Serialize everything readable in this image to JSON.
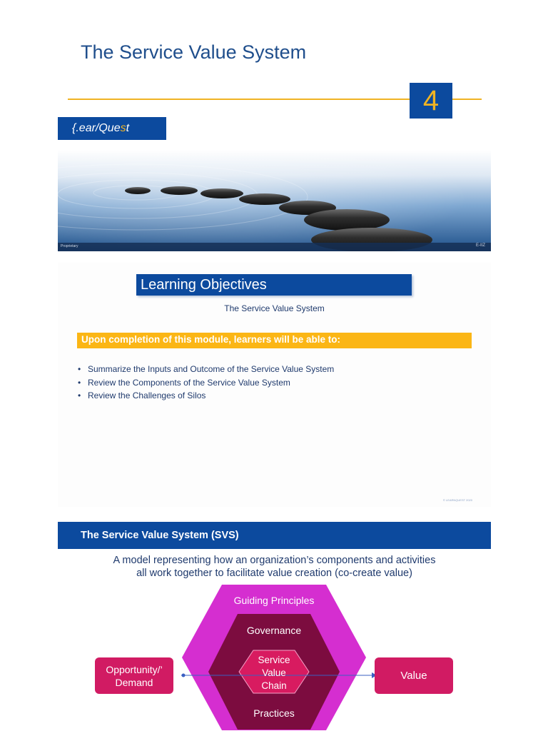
{
  "slide1": {
    "title": "The Service Value System",
    "module_number": "4",
    "brand_prefix": "{.ear/Que",
    "brand_mark": "s",
    "brand_suffix": "t",
    "footer_left": "Proprietary",
    "footer_right": "E-IIZ",
    "colors": {
      "title": "#1f4e8c",
      "accent": "#f0b323",
      "brand_blue": "#0c4a9e"
    }
  },
  "slide2": {
    "heading": "Learning Objectives",
    "subtitle": "The Service Value System",
    "bar_text": "Upon completion of this module, learners will be able to:",
    "objectives": [
      "Summarize the Inputs and Outcome of the Service Value System",
      "Review the Components of the Service Value System",
      "Review the Challenges of Silos"
    ],
    "bullet": "•",
    "footer": "© LEARNQUEST 2020"
  },
  "slide3": {
    "heading": "The Service Value System (SVS)",
    "description_line1": "A model representing how an organization’s components and activities",
    "description_line2": "all work together to facilitate value creation (co-create value)",
    "diagram": {
      "input_line1": "Opportunity/’",
      "input_line2": "Demand",
      "outer": "Guiding Principles",
      "middle": "Governance",
      "core_line1": "Service",
      "core_line2": "Value",
      "core_line3": "Chain",
      "bottom": "Practices",
      "output": "Value",
      "colors": {
        "outer": "#d52ed0",
        "middle": "#7c0c3f",
        "box": "#d11b63",
        "core": "#d81b60"
      }
    }
  }
}
